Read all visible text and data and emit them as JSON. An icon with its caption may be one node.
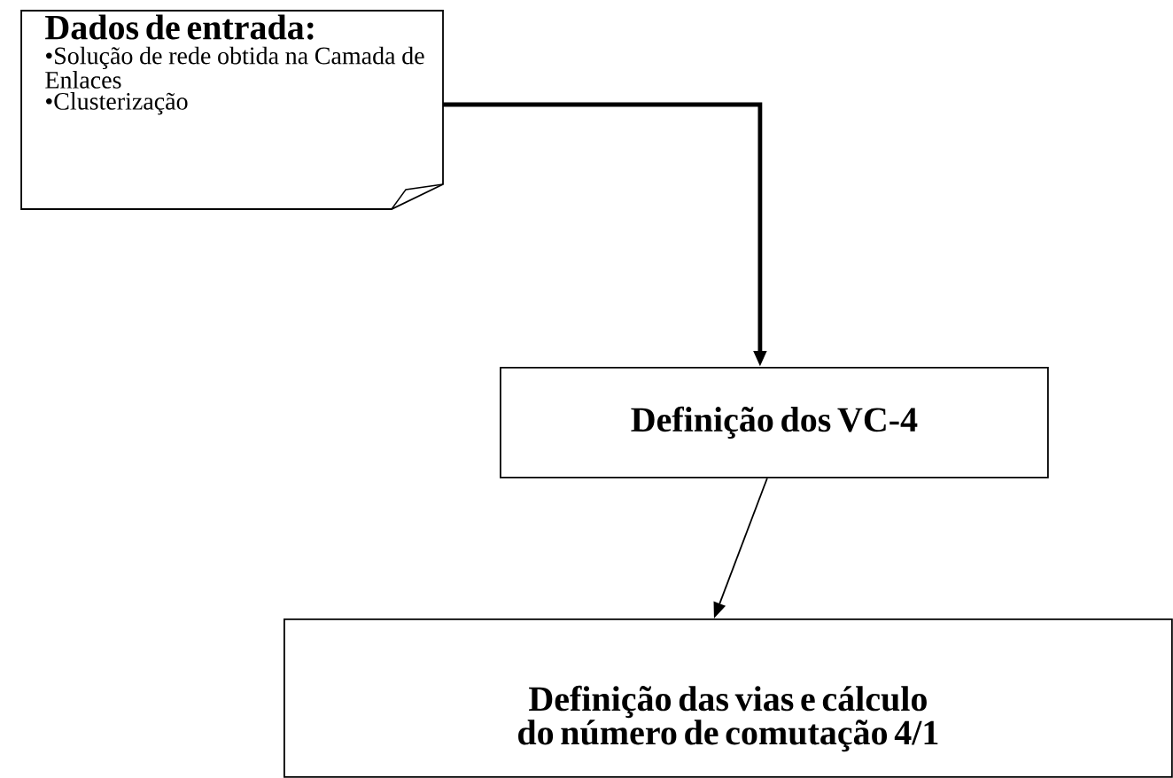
{
  "diagram": {
    "nodes": [
      {
        "text": [
          "Dados de entrada:",
          "•Solução de rede obtida na Camada de Enlaces",
          "•Clusterização"
        ]
      },
      {
        "text": [
          "Definição dos VC-4"
        ]
      },
      {
        "text": [
          "Definição das vias e cálculo do número de comutação 4/1"
        ]
      }
    ],
    "edges": [
      {
        "from": 0,
        "to": 1,
        "arrow": "to",
        "style": "thick"
      },
      {
        "from": 1,
        "to": 2,
        "arrow": "to"
      }
    ]
  }
}
